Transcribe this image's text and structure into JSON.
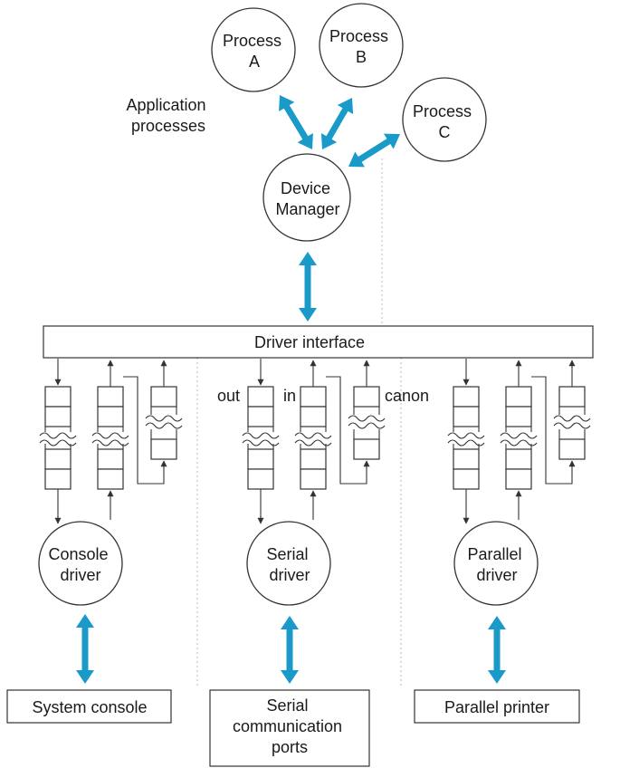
{
  "application_label": [
    "Application",
    "processes"
  ],
  "processes": [
    {
      "id": "a",
      "lines": [
        "Process",
        "A"
      ]
    },
    {
      "id": "b",
      "lines": [
        "Process",
        "B"
      ]
    },
    {
      "id": "c",
      "lines": [
        "Process",
        "C"
      ]
    }
  ],
  "device_manager": [
    "Device",
    "Manager"
  ],
  "driver_interface": "Driver interface",
  "queue_labels": {
    "out": "out",
    "in": "in",
    "canon": "canon"
  },
  "drivers": [
    {
      "id": "console",
      "lines": [
        "Console",
        "driver"
      ]
    },
    {
      "id": "serial",
      "lines": [
        "Serial",
        "driver"
      ]
    },
    {
      "id": "parallel",
      "lines": [
        "Parallel",
        "driver"
      ]
    }
  ],
  "devices": [
    {
      "id": "system-console",
      "lines": [
        "System console"
      ]
    },
    {
      "id": "serial-ports",
      "lines": [
        "Serial",
        "communication",
        "ports"
      ]
    },
    {
      "id": "parallel-printer",
      "lines": [
        "Parallel printer"
      ]
    }
  ],
  "colors": {
    "arrow": "#1a9ac9",
    "line": "#333333",
    "text": "#1a1a1a"
  }
}
